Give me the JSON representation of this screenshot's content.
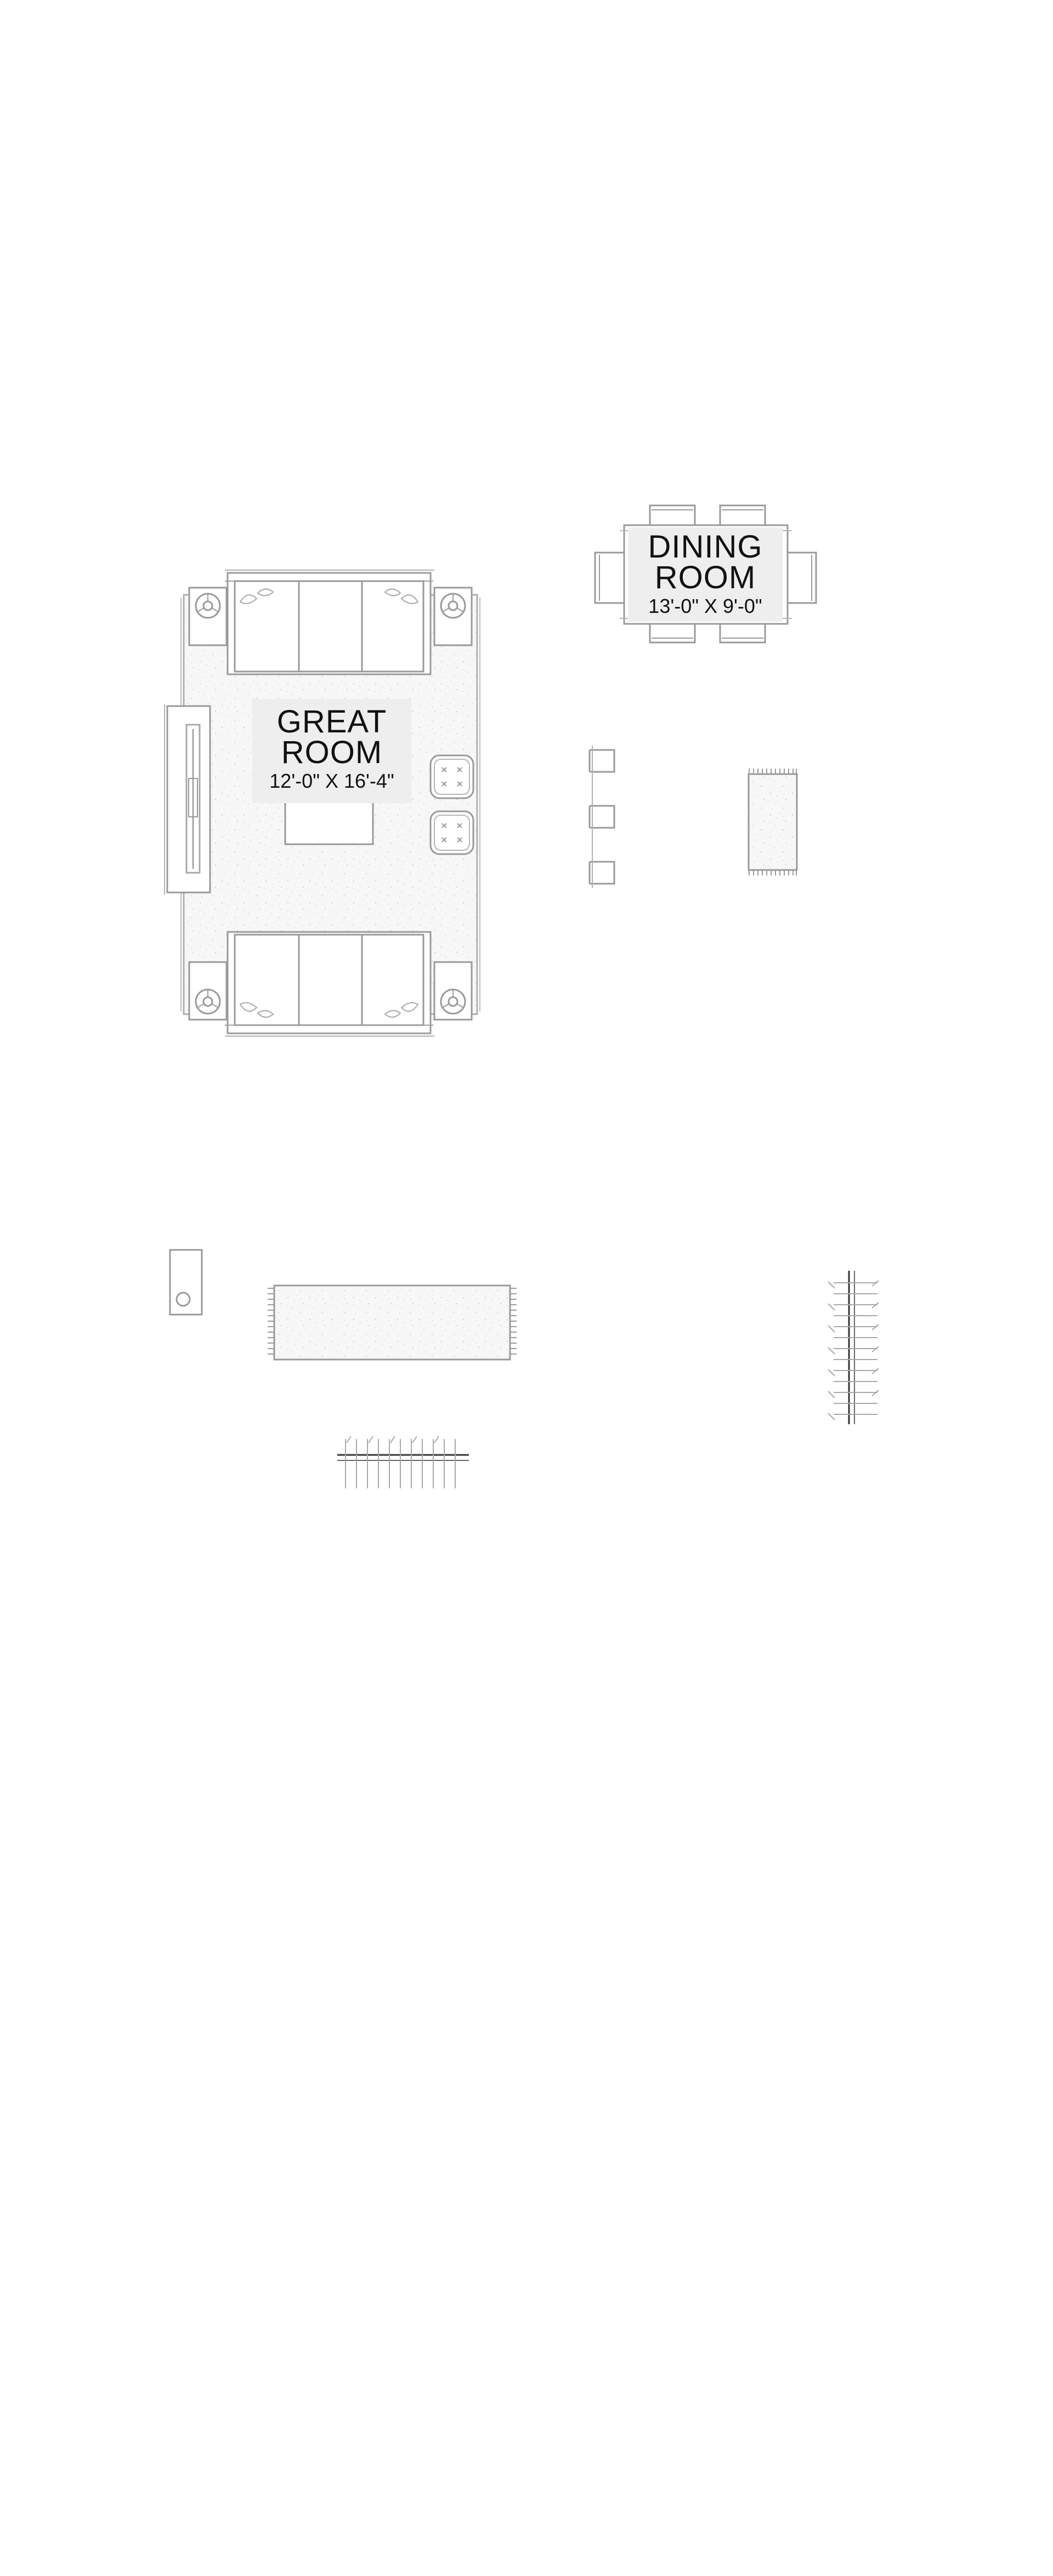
{
  "rooms": {
    "great_room": {
      "name_line1": "GREAT",
      "name_line2": "ROOM",
      "dimensions": "12'-0\" X 16'-4\""
    },
    "dining_room": {
      "name_line1": "DINING",
      "name_line2": "ROOM",
      "dimensions": "13'-0\" X 9'-0\""
    }
  },
  "colors": {
    "line": "#9a9a9a",
    "line_dark": "#444444",
    "rug_fill": "#f4f4f4",
    "label_bg": "#eeeeee",
    "text": "#111111"
  }
}
